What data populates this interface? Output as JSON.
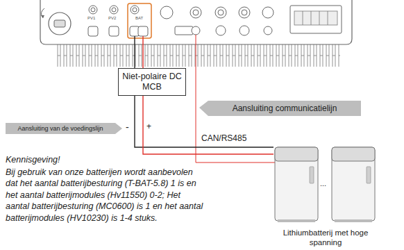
{
  "diagram": {
    "nodes": [
      {
        "text": [
          "Niet-polaire DC MCB"
        ]
      },
      {
        "text": [
          "Aansluiting communicatielijn"
        ]
      },
      {
        "text": [
          "Aansluiting van de voedingslijn"
        ]
      },
      {
        "text": [
          "Lithiumbatterij met hoge spanning"
        ]
      }
    ],
    "edges": [
      {
        "from": 0,
        "to": 3,
        "arrow": "none"
      },
      {
        "from": 0,
        "to": 3,
        "arrow": "none"
      }
    ],
    "labels": [
      "PV1",
      "PV2",
      "BAT",
      "CAN/RS485",
      "-",
      "+",
      "Kennisgeving!",
      "Bij gebruik van onze batterijen wordt aanbevolen dat het aantal batterijbesturing (T-BAT-5.8) 1 is en het aantal batterijmodules (Hv11550) 0-2; Het aantal batterijbesturing (MC0600) is 1 en het aantal batterijmodules (HV10230) is 1-4 stuks.",
      "..."
    ]
  }
}
